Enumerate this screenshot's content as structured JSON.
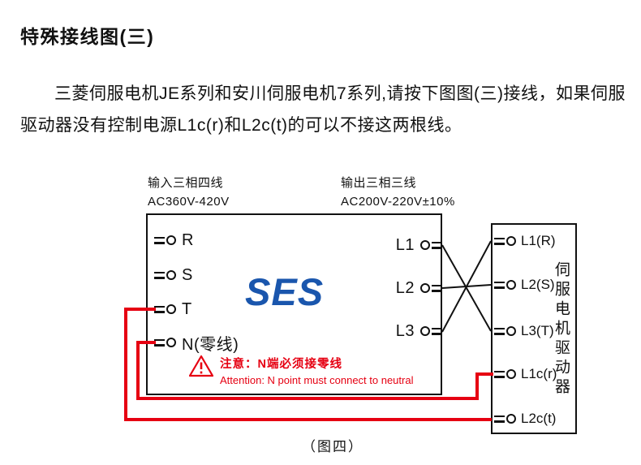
{
  "document": {
    "title": "特殊接线图(三)",
    "body": "三菱伺服电机JE系列和安川伺服电机7系列,请按下图图(三)接线，如果伺服驱动器没有控制电源L1c(r)和L2c(t)的可以不接这两根线。",
    "caption": "（图四）"
  },
  "diagram": {
    "input_label": {
      "line1": "输入三相四线",
      "line2": "AC360V-420V"
    },
    "output_label": {
      "line1": "输出三相三线",
      "line2": "AC200V-220V±10%"
    },
    "logo_text": "SES",
    "main_box": {
      "left_terminals": [
        "R",
        "S",
        "T",
        "N(零线)"
      ],
      "right_terminals": [
        "L1",
        "L2",
        "L3"
      ],
      "warning": {
        "icon": "warning-triangle-icon",
        "line_cn": "注意：N端必须接零线",
        "line_en": "Attention: N point must connect to neutral"
      }
    },
    "driver_box": {
      "terminals": [
        "L1(R)",
        "L2(S)",
        "L3(T)",
        "L1c(r)",
        "L2c(t)"
      ],
      "side_label": "伺服电机驱动器"
    },
    "colors": {
      "wire_red": "#e60012",
      "logo_blue": "#1a56ad",
      "line_black": "#111111"
    }
  }
}
